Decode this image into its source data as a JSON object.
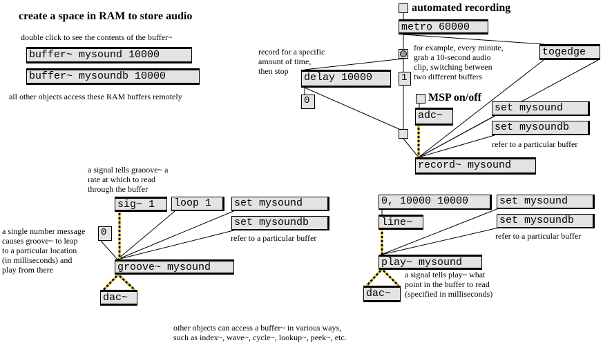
{
  "comments": {
    "title": "create a space in RAM to store audio",
    "double_click": "double click to see the contents of the buffer~",
    "remote": "all other objects access these RAM buffers remotely",
    "record_specific_1": "record for a specific",
    "record_specific_2": "amount of time,",
    "record_specific_3": "then stop",
    "example_1": "for example, every minute,",
    "example_2": "grab a 10-second audio",
    "example_3": "clip, switching between",
    "example_4": "two different buffers",
    "refer_record": "refer to a particular buffer",
    "signal_groove_1": "a signal tells graoove~ a",
    "signal_groove_2": "rate at which to read",
    "signal_groove_3": "through the buffer",
    "single_number_1": "a single number message",
    "single_number_2": "causes groove~ to leap",
    "single_number_3": "to a particular location",
    "single_number_4": "(in milliseconds) and",
    "single_number_5": "play from there",
    "refer_groove": "refer to a particular buffer",
    "refer_play": "refer to a particular buffer",
    "signal_play_1": "a signal tells play~ what",
    "signal_play_2": "point in the buffer to read",
    "signal_play_3": "(specified in milliseconds)",
    "other_1": "other objects can access a buffer~ in various ways,",
    "other_2": "such as index~, wave~, cycle~, lookup~, peek~, etc."
  },
  "toggles": {
    "automated_recording": "automated recording",
    "msp_onoff": "MSP on/off"
  },
  "objects": {
    "buffer_a": "buffer~ mysound 10000",
    "buffer_b": "buffer~ mysoundb 10000",
    "metro": "metro 60000",
    "togedge": "togedge",
    "delay": "delay 10000",
    "adc": "adc~",
    "record": "record~ mysound",
    "sig": "sig~ 1",
    "groove": "groove~ mysound",
    "dac_groove": "dac~",
    "line": "line~",
    "play": "play~ mysound",
    "dac_play": "dac~"
  },
  "messages": {
    "set_mysound_rec": "set mysound",
    "set_mysoundb_rec": "set mysoundb",
    "loop": "loop 1",
    "set_mysound_groove": "set mysound",
    "set_mysoundb_groove": "set mysoundb",
    "ramp": "0, 10000 10000",
    "set_mysound_play": "set mysound",
    "set_mysoundb_play": "set mysoundb"
  },
  "numbers": {
    "delay_out": "0",
    "one": "1",
    "groove_pos": "0"
  }
}
